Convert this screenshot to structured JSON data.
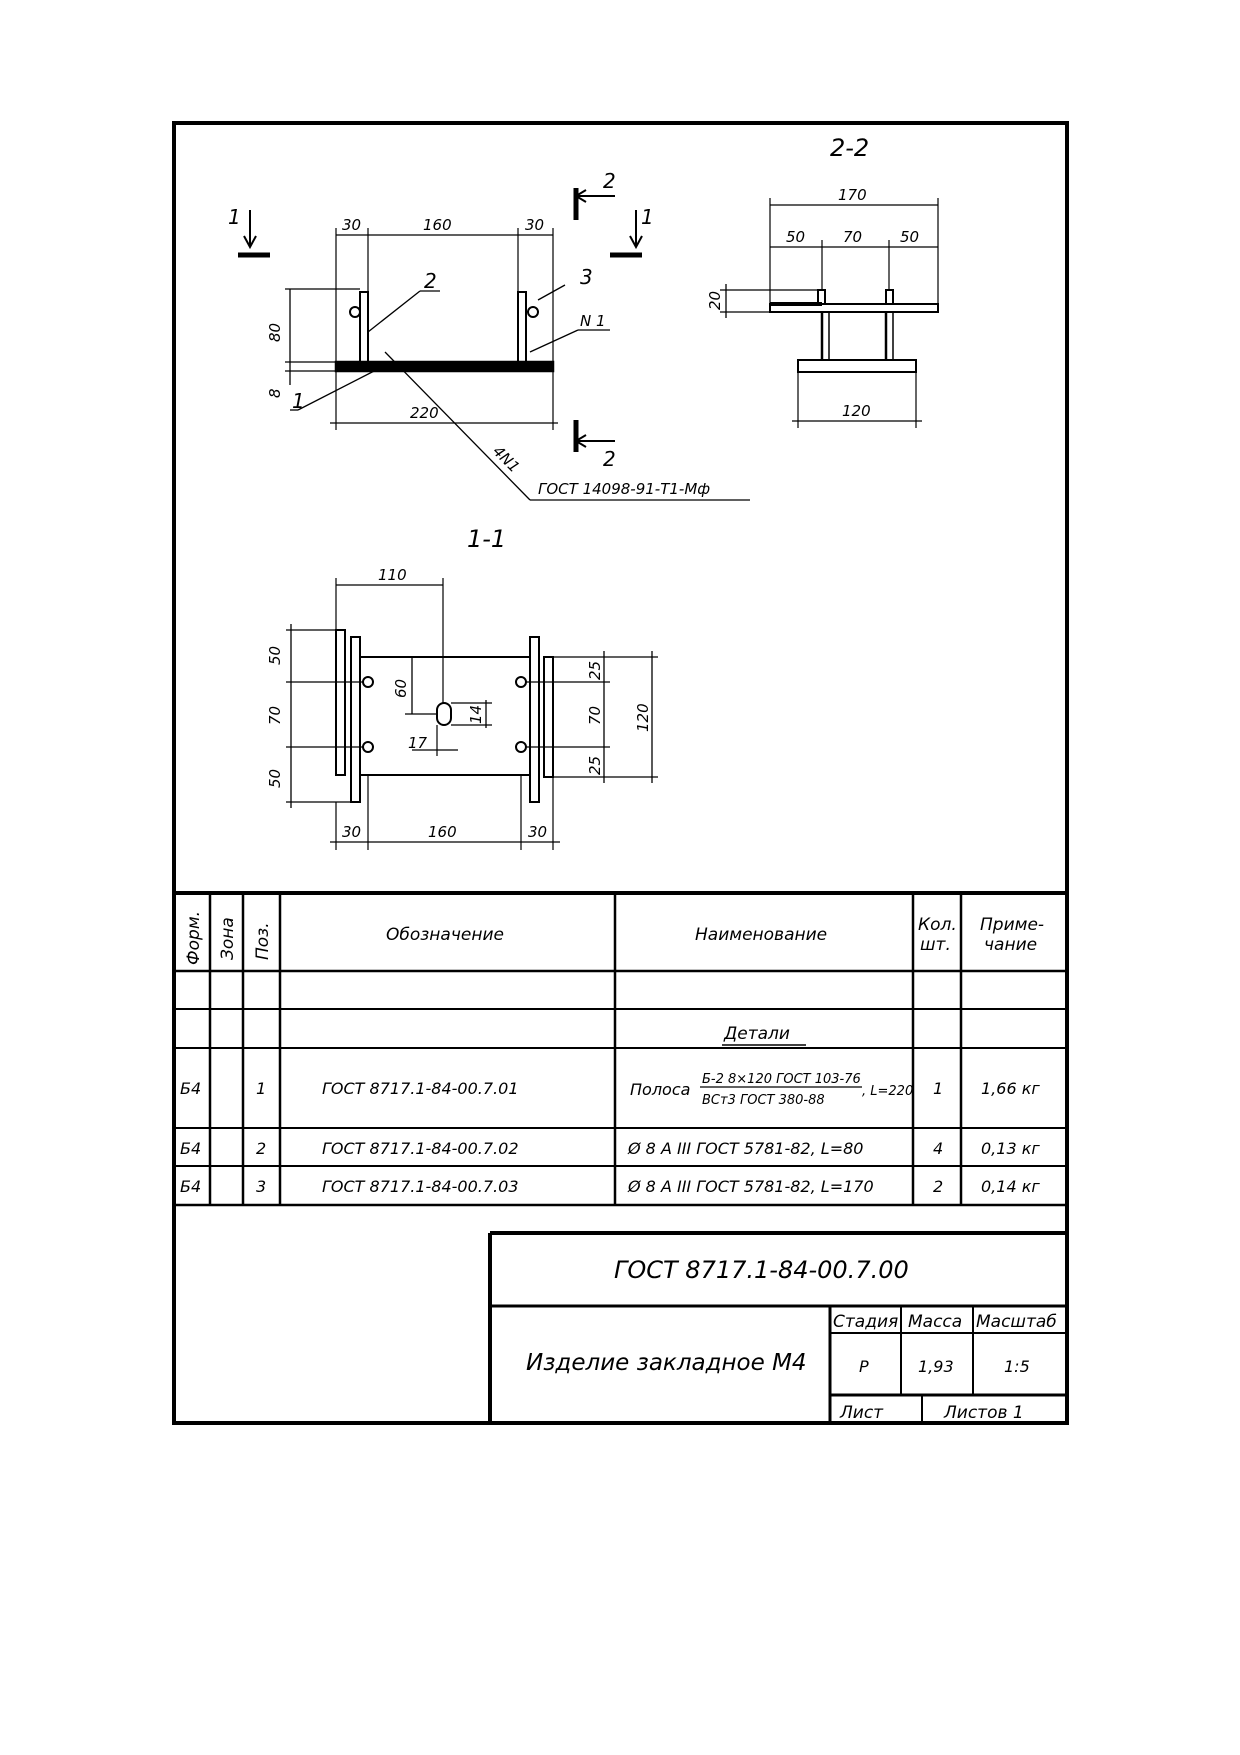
{
  "drawing": {
    "section_2_2": "2-2",
    "section_1_1": "1-1",
    "cut_1": "1",
    "cut_2": "2",
    "pos_1": "1",
    "pos_2": "2",
    "pos_3": "3",
    "weld_label": "N 1",
    "weld_count": "4N1",
    "weld_standard": "ГОСТ 14098-91-Т1-Мф",
    "front_dims": {
      "d30": "30",
      "d160": "160",
      "d80": "80",
      "d8": "8",
      "d220": "220"
    },
    "side_dims": {
      "d170": "170",
      "d50": "50",
      "d70": "70",
      "d20": "20",
      "d120": "120"
    },
    "plan_dims": {
      "d110": "110",
      "d50": "50",
      "d70": "70",
      "d60": "60",
      "d14": "14",
      "d17": "17",
      "d25": "25",
      "d120": "120",
      "d30": "30",
      "d160": "160"
    }
  },
  "spec": {
    "headers": {
      "format": "Форм.",
      "zone": "Зона",
      "pos": "Поз.",
      "designation": "Обозначение",
      "name": "Наименование",
      "qty_line1": "Кол.",
      "qty_line2": "шт.",
      "note_line1": "Приме-",
      "note_line2": "чание"
    },
    "section_title": "Детали",
    "rows": [
      {
        "format": "Б4",
        "zone": "",
        "pos": "1",
        "designation": "ГОСТ 8717.1-84-00.7.01",
        "name_prefix": "Полоса",
        "name_top": "Б-2 8×120 ГОСТ 103-76",
        "name_bottom": "ВСт3     ГОСТ 380-88",
        "name_suffix": ", L=220",
        "qty": "1",
        "note": "1,66 кг"
      },
      {
        "format": "Б4",
        "zone": "",
        "pos": "2",
        "designation": "ГОСТ 8717.1-84-00.7.02",
        "name": "Ø 8 А III ГОСТ 5781-82, L=80",
        "qty": "4",
        "note": "0,13 кг"
      },
      {
        "format": "Б4",
        "zone": "",
        "pos": "3",
        "designation": "ГОСТ 8717.1-84-00.7.03",
        "name": "Ø 8 А III ГОСТ 5781-82, L=170",
        "qty": "2",
        "note": "0,14 кг"
      }
    ]
  },
  "title_block": {
    "designation": "ГОСТ 8717.1-84-00.7.00",
    "product_name": "Изделие закладное М4",
    "stage_label": "Стадия",
    "mass_label": "Масса",
    "scale_label": "Масштаб",
    "stage": "Р",
    "mass": "1,93",
    "scale": "1:5",
    "sheet_label": "Лист",
    "sheets_label": "Листов 1"
  }
}
